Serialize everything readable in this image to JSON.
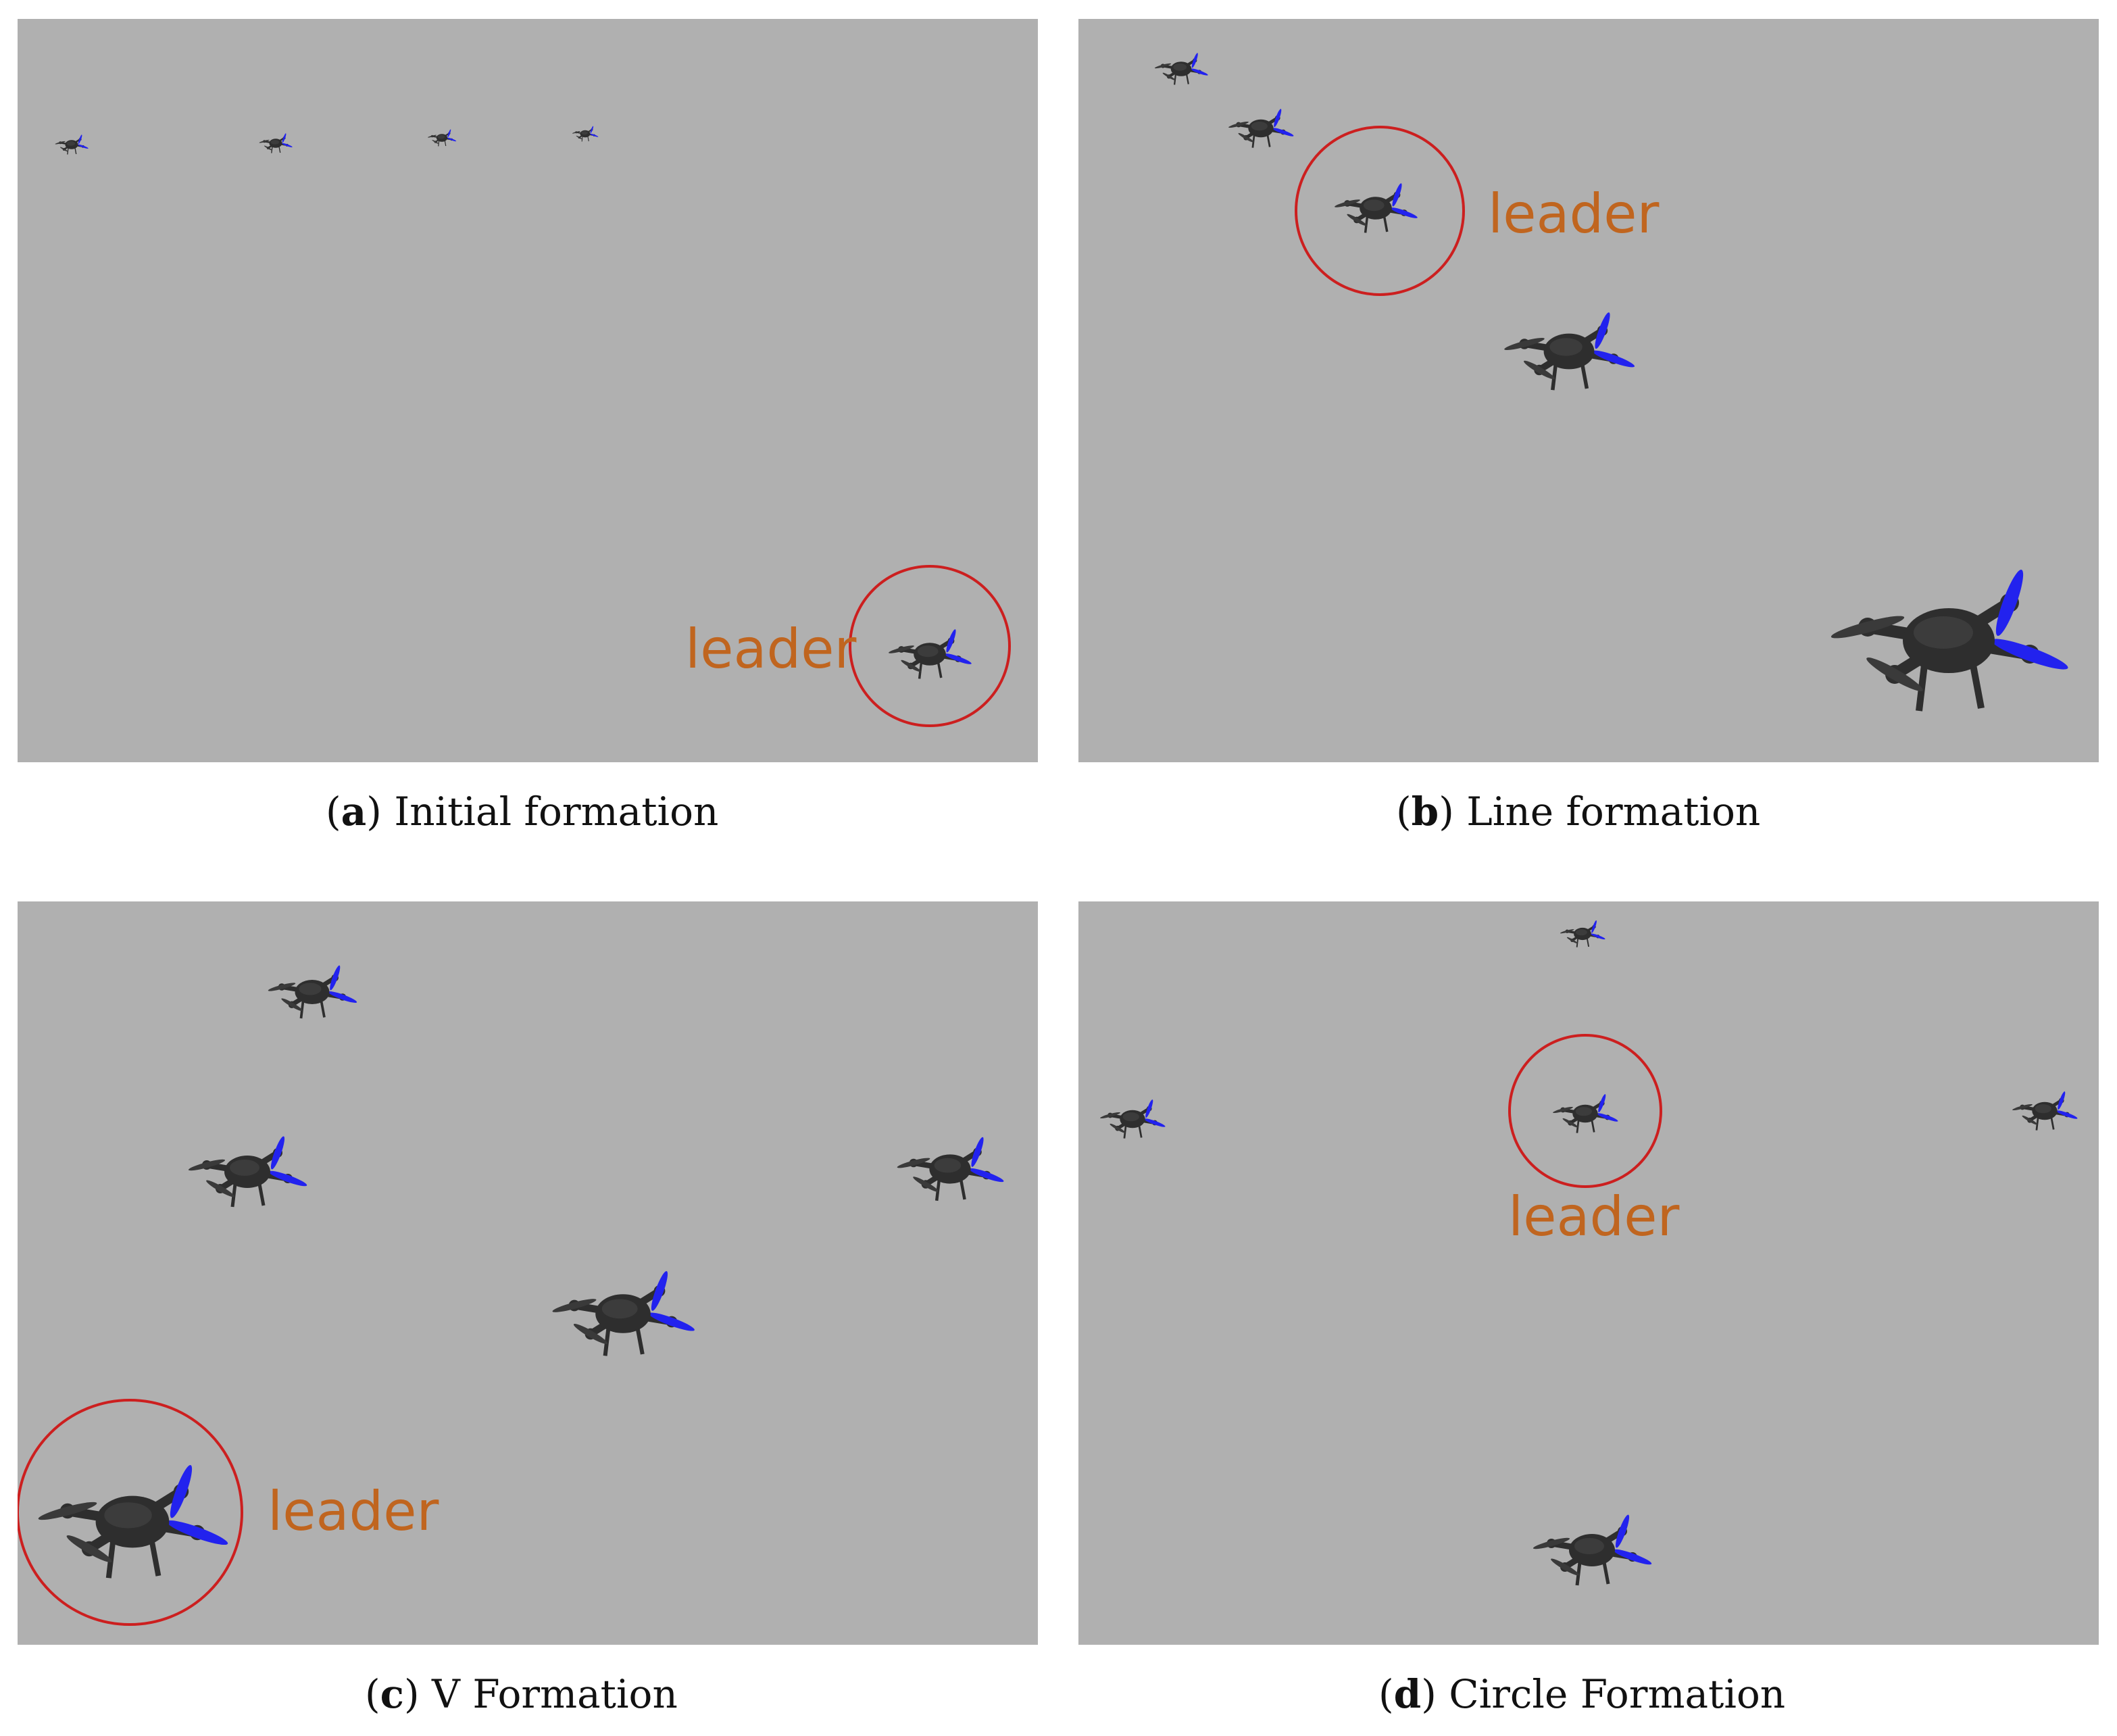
{
  "figure": {
    "background_color": "#b0b0b0",
    "leader_color": "#c0651f",
    "circle_color": "#cc1f1f",
    "propeller_color": "#2222ee",
    "drone_color": "#2e2e2e"
  },
  "panels": [
    {
      "id": "a",
      "letter": "a",
      "caption": "Initial formation",
      "leader_label": "leader"
    },
    {
      "id": "b",
      "letter": "b",
      "caption": "Line formation",
      "leader_label": "leader"
    },
    {
      "id": "c",
      "letter": "c",
      "caption": "V Formation",
      "leader_label": "leader"
    },
    {
      "id": "d",
      "letter": "d",
      "caption": "Circle Formation",
      "leader_label": "leader"
    }
  ]
}
